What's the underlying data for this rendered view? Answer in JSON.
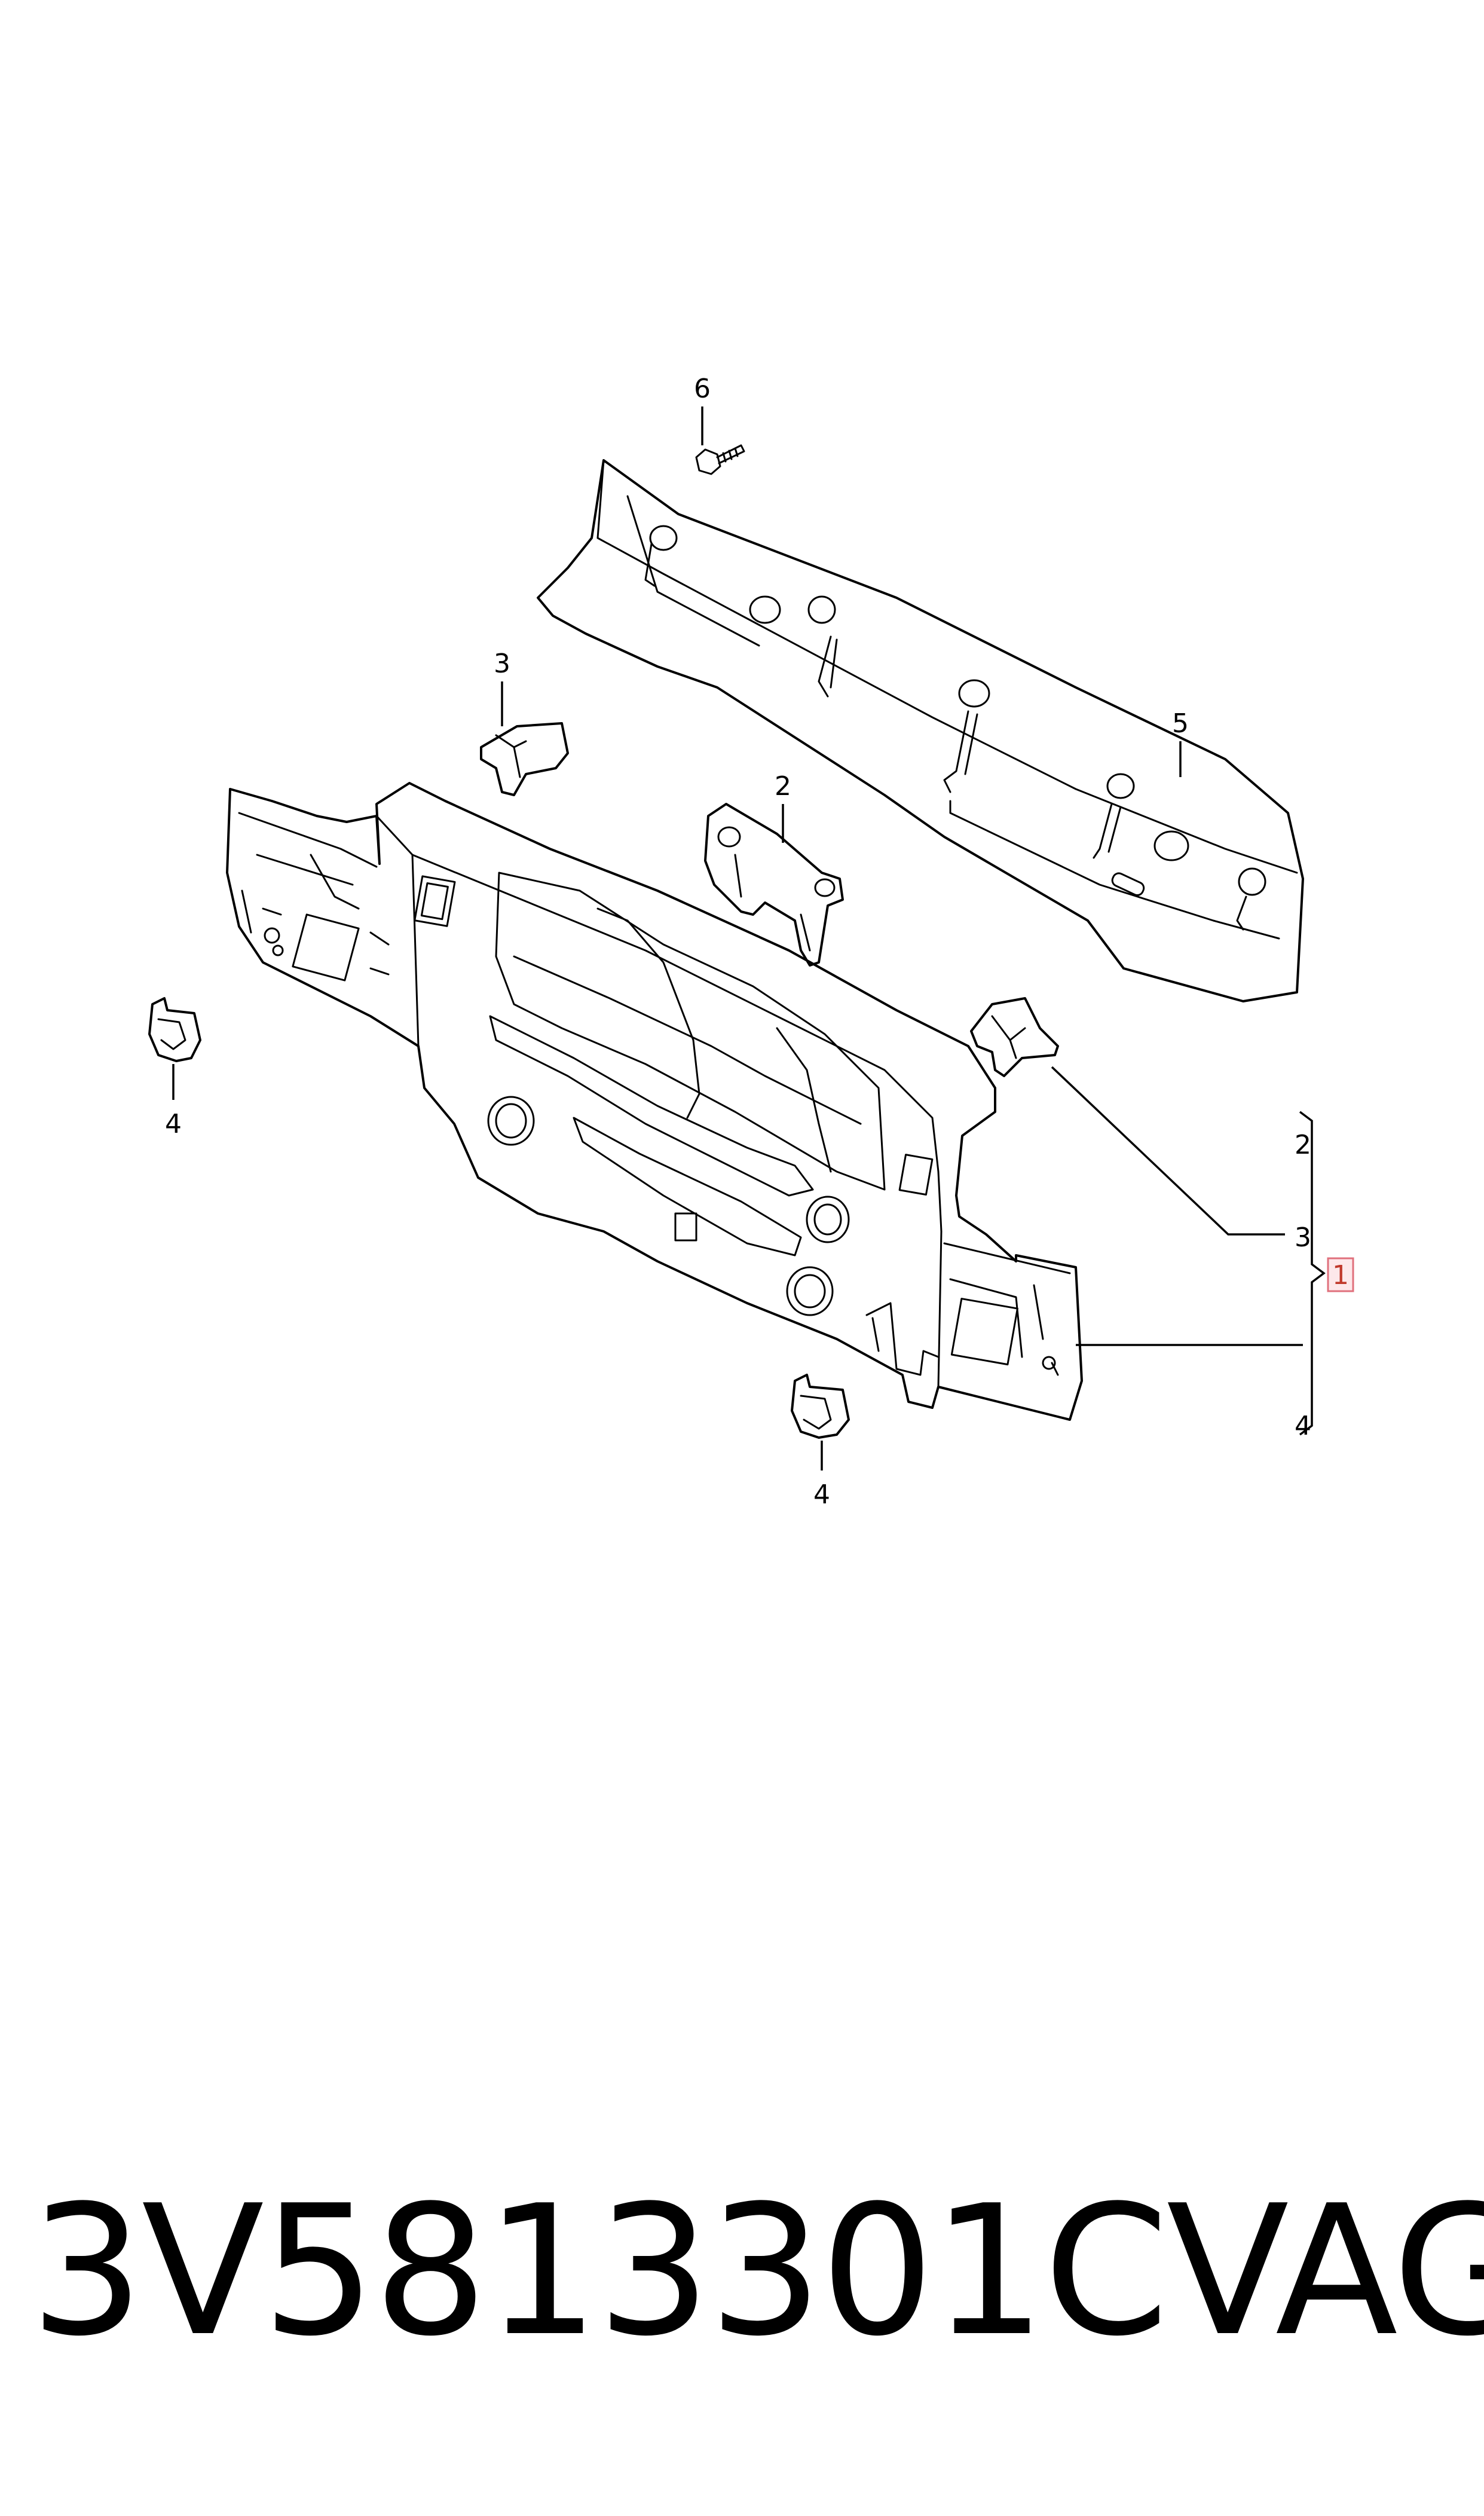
{
  "callouts": {
    "c6": "6",
    "c5": "5",
    "c3_top": "3",
    "c2_top": "2",
    "c4_left": "4",
    "c4_bottom": "4",
    "bracket_2": "2",
    "bracket_3": "3",
    "bracket_1": "1",
    "bracket_4": "4"
  },
  "colors": {
    "line": "#000000",
    "highlight_fill": "#fde8ea",
    "highlight_stroke": "#e0707c"
  },
  "footer": {
    "part_number": "3V5813301C",
    "brand": "VAG"
  }
}
